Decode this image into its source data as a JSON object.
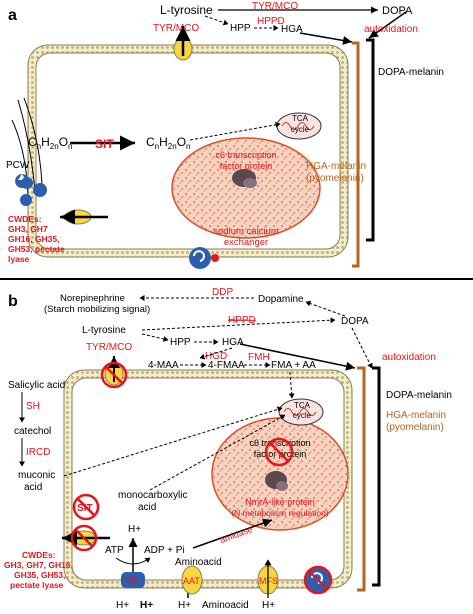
{
  "colors": {
    "red": "#e8141b",
    "brown": "#b5651d",
    "membrane_yellow": "#f3e5a4",
    "channel_yellow": "#f7d640",
    "blue": "#2a5fb0",
    "nucleus_fill": "#f3c7b3",
    "nucleus_dot": "#e8743c"
  },
  "icons": [
    "mitochondrion-icon",
    "nucleus-icon",
    "pcw-fibers-icon",
    "cwde-enzyme-icon",
    "no-sign-icon",
    "atpase-pump-icon",
    "exchanger-icon"
  ],
  "panel_a": {
    "label": "a",
    "l_tyrosine": "L-tyrosine",
    "dopa": "DOPA",
    "tyr_mco_top": "TYR/MCO",
    "tyr_mco_left": "TYR/MCO",
    "hpp": "HPP",
    "hppd": "HPPD",
    "hga": "HGA",
    "autoxidation": "autoxidation",
    "dopa_melanin": "DOPA-melanin",
    "hga_melanin": "HGA-melanin",
    "pyomelanin": "(pyomelanin)",
    "substrate_outside": "CnH2nOn",
    "sit": "SIT",
    "substrate_inside": "CnH2nOn",
    "tca": "TCA",
    "cycle": "cycle",
    "c6_line1": "c6 transcription",
    "c6_line2": "factor protein",
    "pcw": "PCW",
    "cwdes": [
      "CWDEs:",
      "GH3, GH7",
      "GH16, GH35,",
      "GH53, pectate",
      "lyase"
    ],
    "exchanger_line1": "sodium calcium",
    "exchanger_line2": "exchanger"
  },
  "panel_b": {
    "label": "b",
    "norepinephrine": "Norepinephrine",
    "starch_signal": "(Starch mobilizing signal)",
    "ddp": "DDP",
    "dopamine": "Dopamine",
    "dopa": "DOPA",
    "l_tyrosine": "L-tyrosine",
    "hppd": "HPPD",
    "tyr_mco": "TYR/MCO",
    "hpp": "HPP",
    "hga": "HGA",
    "hgd": "HGD",
    "autoxidation": "autoxidation",
    "maa": "4-MAA",
    "fmaa": "4-FMAA",
    "fmh": "FMH",
    "fma_aa": "FMA + AA",
    "dopa_melanin": "DOPA-melanin",
    "hga_melanin": "HGA-melanin",
    "pyomelanin": "(pyomelanin)",
    "salicylic_acid": "Salicylic acid",
    "sh": "SH",
    "catechol": "catechol",
    "ircd": "IRCD",
    "muconic_line1": "muconic",
    "muconic_line2": "acid",
    "tca": "TCA",
    "cycle": "cycle",
    "c6_line1": "c6 transcription",
    "c6_line2": "factor protein",
    "nmra_line1": "NmrA-like protein",
    "nmra_line2": "(N metabolism regulation)",
    "monocarboxylic_line1": "monocarboxylic",
    "monocarboxylic_line2": "acid",
    "amidase": "amidase",
    "sit": "SIT",
    "cwdes": [
      "CWDEs:",
      "GH3, GH7, GH16,",
      "GH35, GH53,",
      "pectate lyase"
    ],
    "h_top": "H+",
    "atp": "ATP",
    "adp_pi": "ADP + Pi",
    "aminoacid_in": "Aminoacid",
    "pm_atpase": "PM",
    "aat": "AAT",
    "mfs": "MFS",
    "h_bottom": [
      "H+",
      "H+",
      "H+",
      "H+"
    ],
    "aminoacid_out": "Aminoacid"
  }
}
